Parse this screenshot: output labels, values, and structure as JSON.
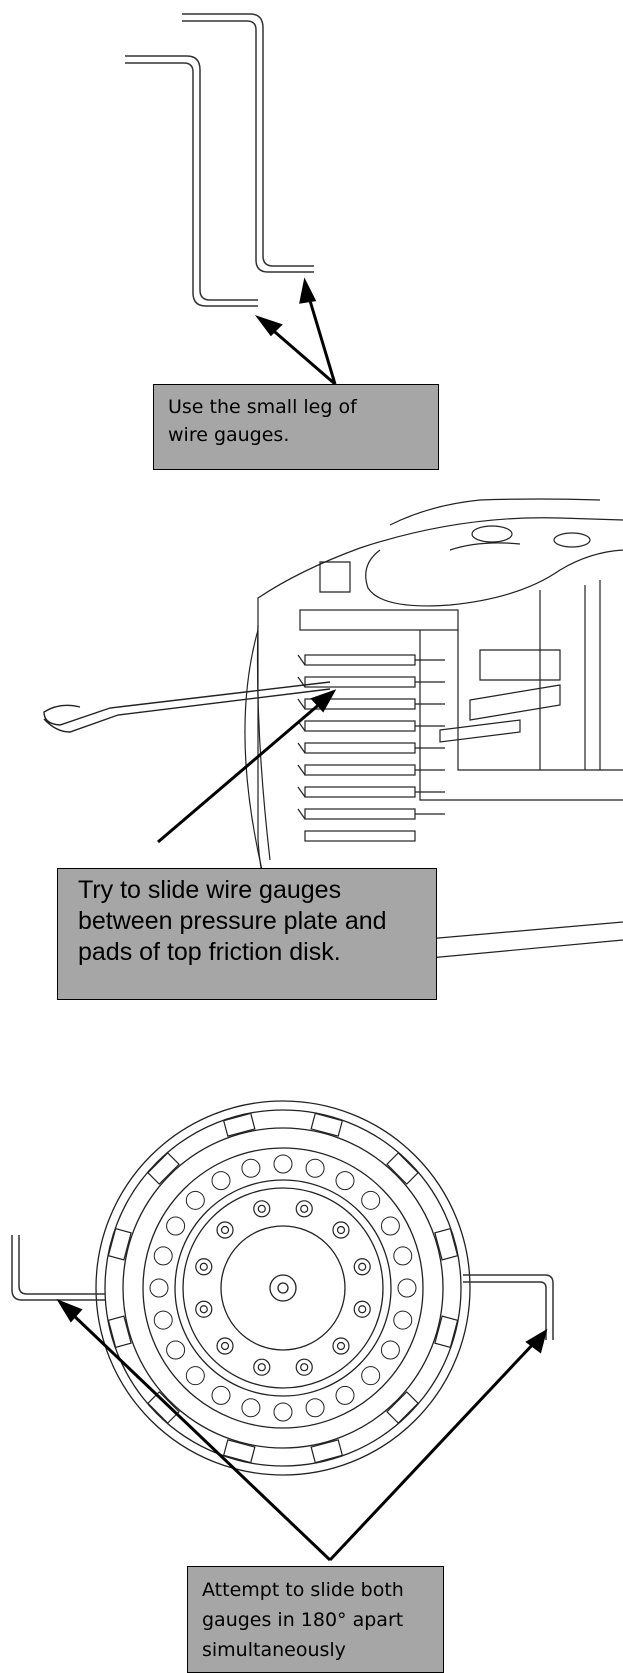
{
  "callouts": {
    "small_leg": [
      "Use the small leg of",
      "wire gauges."
    ],
    "slide_gauges": [
      "Try to slide wire gauges",
      "between pressure plate and",
      "pads of top friction disk."
    ],
    "attempt_both": [
      "Attempt to slide both",
      "gauges in 180° apart",
      "simultaneously"
    ]
  },
  "colors": {
    "callout_fill": "#a6a6a6",
    "line": "#000000"
  }
}
